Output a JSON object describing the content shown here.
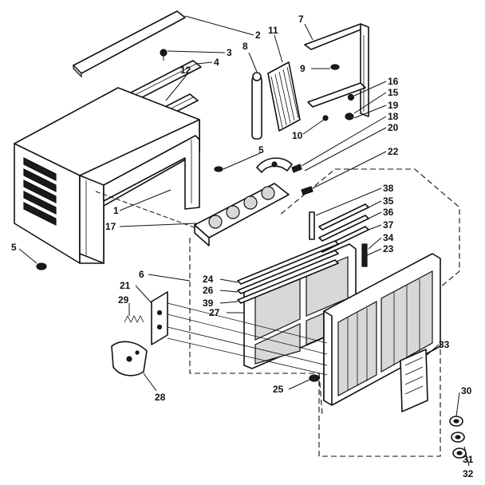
{
  "callouts": [
    {
      "id": "c2",
      "label": "2"
    },
    {
      "id": "c3",
      "label": "3"
    },
    {
      "id": "c4",
      "label": "4"
    },
    {
      "id": "c12",
      "label": "12"
    },
    {
      "id": "c8",
      "label": "8"
    },
    {
      "id": "c11",
      "label": "11"
    },
    {
      "id": "c7",
      "label": "7"
    },
    {
      "id": "c9",
      "label": "9"
    },
    {
      "id": "c16",
      "label": "16"
    },
    {
      "id": "c15",
      "label": "15"
    },
    {
      "id": "c19",
      "label": "19"
    },
    {
      "id": "c18",
      "label": "18"
    },
    {
      "id": "c10",
      "label": "10"
    },
    {
      "id": "c20",
      "label": "20"
    },
    {
      "id": "c5a",
      "label": "5"
    },
    {
      "id": "c22",
      "label": "22"
    },
    {
      "id": "c1",
      "label": "1"
    },
    {
      "id": "c17",
      "label": "17"
    },
    {
      "id": "c38",
      "label": "38"
    },
    {
      "id": "c35",
      "label": "35"
    },
    {
      "id": "c36",
      "label": "36"
    },
    {
      "id": "c37",
      "label": "37"
    },
    {
      "id": "c34",
      "label": "34"
    },
    {
      "id": "c23",
      "label": "23"
    },
    {
      "id": "c5b",
      "label": "5"
    },
    {
      "id": "c6",
      "label": "6"
    },
    {
      "id": "c24",
      "label": "24"
    },
    {
      "id": "c26",
      "label": "26"
    },
    {
      "id": "c39",
      "label": "39"
    },
    {
      "id": "c21",
      "label": "21"
    },
    {
      "id": "c29",
      "label": "29"
    },
    {
      "id": "c27",
      "label": "27"
    },
    {
      "id": "c33",
      "label": "33"
    },
    {
      "id": "c28",
      "label": "28"
    },
    {
      "id": "c25",
      "label": "25"
    },
    {
      "id": "c30",
      "label": "30"
    },
    {
      "id": "c31",
      "label": "31"
    },
    {
      "id": "c32",
      "label": "32"
    }
  ]
}
